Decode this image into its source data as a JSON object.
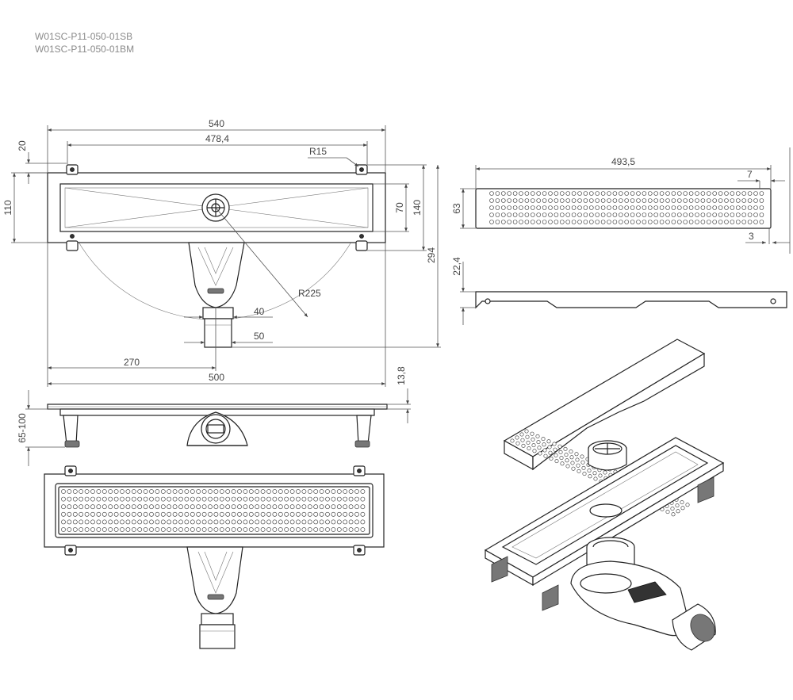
{
  "codes": [
    "W01SC-P11-050-01SB",
    "W01SC-P11-050-01BM"
  ],
  "top_view": {
    "dims": {
      "width_540": "540",
      "width_478": "478,4",
      "r15": "R15",
      "h20": "20",
      "h110": "110",
      "h70": "70",
      "h140": "140",
      "h294": "294",
      "r225": "R225",
      "d40": "40",
      "d50": "50",
      "d270": "270",
      "d500": "500"
    }
  },
  "side_view": {
    "dims": {
      "h13_8": "13,8",
      "h65_100": "65-100"
    }
  },
  "grate_view": {
    "dims": {
      "w493_5": "493,5",
      "d7": "7",
      "h63": "63",
      "d3": "3",
      "h22_4": "22,4"
    }
  },
  "colors": {
    "line": "#222222",
    "dim_line": "#555555",
    "text": "#444444",
    "codes_text": "#8a8a8a"
  }
}
